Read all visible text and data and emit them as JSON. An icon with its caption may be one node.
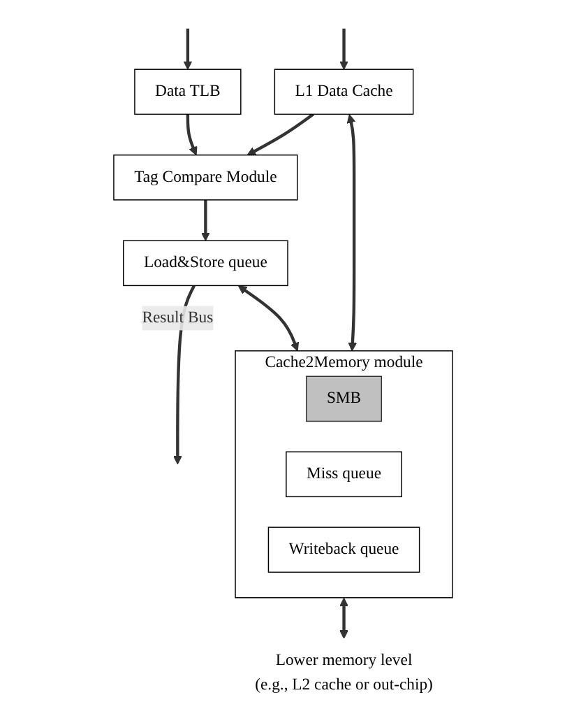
{
  "diagram": {
    "nodes": [
      {
        "text": [
          "Data TLB"
        ]
      },
      {
        "text": [
          "L1 Data Cache"
        ]
      },
      {
        "text": [
          "Tag Compare Module"
        ]
      },
      {
        "text": [
          "Load&Store queue"
        ]
      },
      {
        "text": [
          "Cache2Memory module"
        ]
      },
      {
        "text": [
          "SMB"
        ],
        "in": 4
      },
      {
        "text": [
          "Miss queue"
        ],
        "in": 4
      },
      {
        "text": [
          "Writeback queue"
        ],
        "in": 4
      },
      {
        "text": [
          "Lower memory level",
          "(e.g., L2 cache or out-chip)"
        ]
      }
    ],
    "edges": [
      {
        "from": null,
        "to": 0,
        "arrow": "to"
      },
      {
        "from": null,
        "to": 1,
        "arrow": "to"
      },
      {
        "from": 0,
        "to": 2,
        "arrow": "to"
      },
      {
        "from": 1,
        "to": 2,
        "arrow": "to"
      },
      {
        "from": 2,
        "to": 3,
        "arrow": "to"
      },
      {
        "from": 3,
        "to": null,
        "arrow": "to",
        "label": "Result Bus"
      },
      {
        "from": 1,
        "to": 4,
        "arrow": "both"
      },
      {
        "from": 3,
        "to": 4,
        "arrow": "both"
      },
      {
        "from": 4,
        "to": 8,
        "arrow": "both"
      }
    ]
  }
}
